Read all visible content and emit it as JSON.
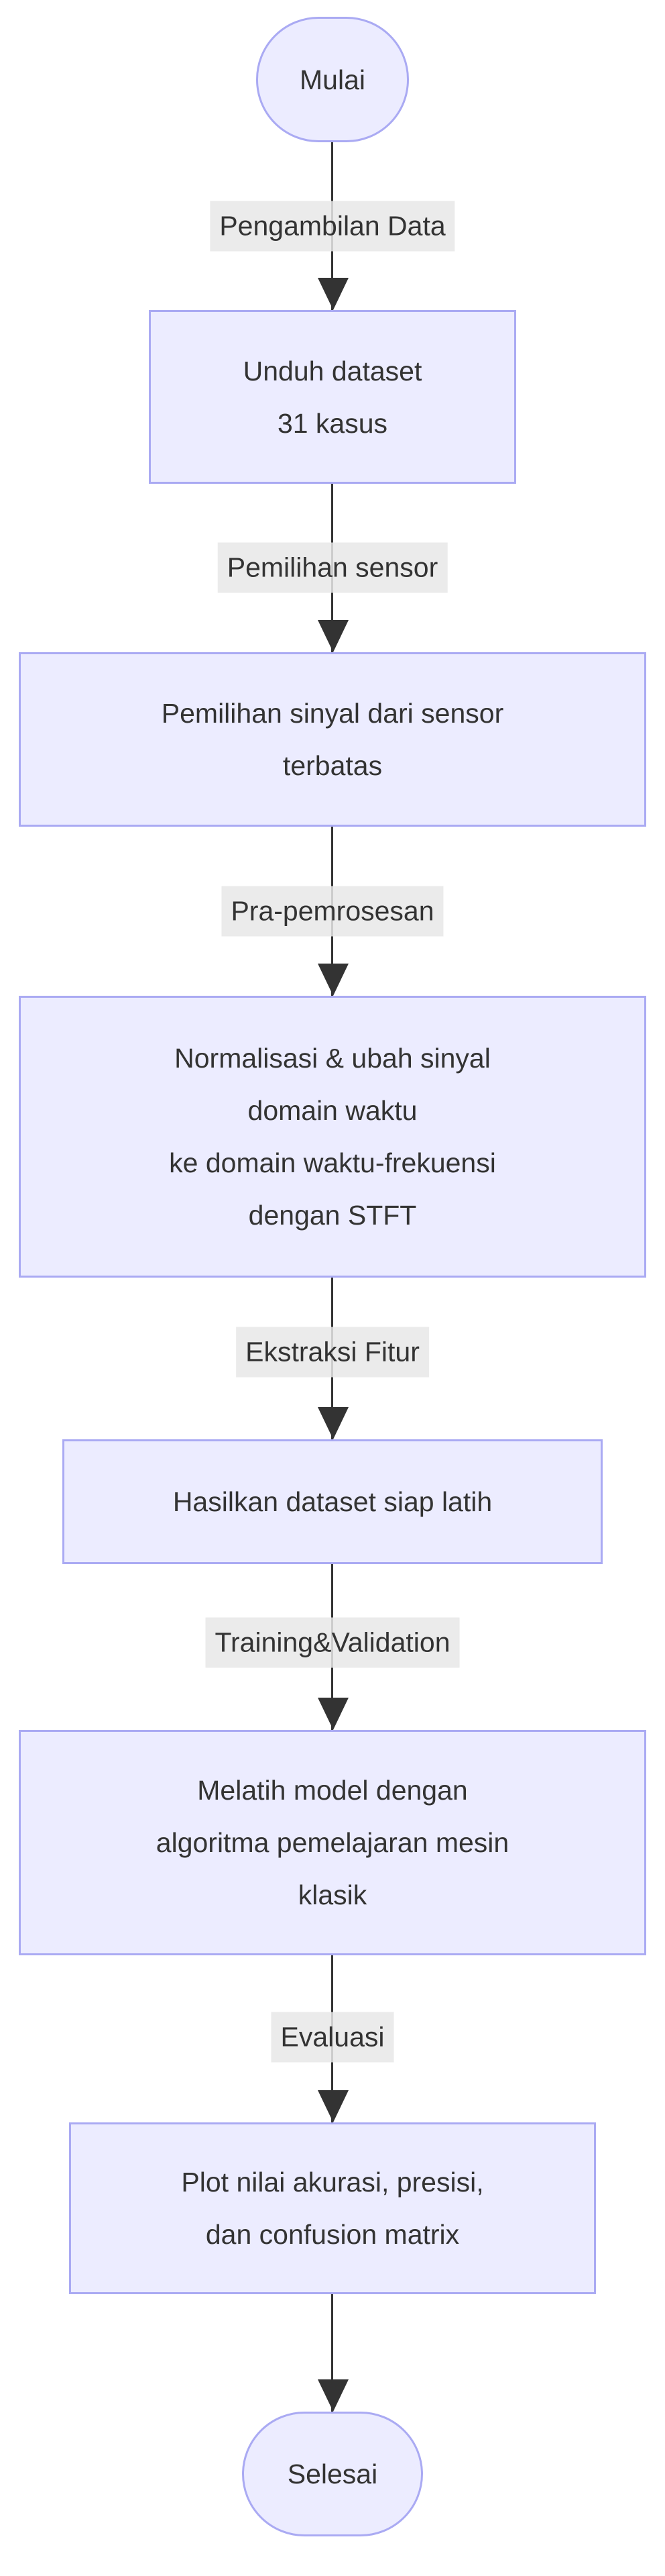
{
  "flowchart": {
    "direction": "top-down",
    "colors": {
      "background": "#FFFFFF",
      "node_fill": "#ECECFF",
      "node_border": "#AAAAF3",
      "edge_label_bg": "#E8E8E8",
      "line": "#333333",
      "text": "#333333"
    },
    "nodes": [
      {
        "id": "mulai",
        "shape": "stadium",
        "text": "Mulai"
      },
      {
        "id": "unduh-dataset",
        "shape": "rect",
        "text": "Unduh dataset\n31 kasus"
      },
      {
        "id": "pemilihan-sinyal",
        "shape": "rect",
        "text": "Pemilihan sinyal dari sensor\nterbatas"
      },
      {
        "id": "normalisasi",
        "shape": "rect",
        "text": "Normalisasi & ubah sinyal\ndomain waktu\nke domain waktu-frekuensi\ndengan STFT"
      },
      {
        "id": "hasilkan-dataset",
        "shape": "rect",
        "text": "Hasilkan dataset siap latih"
      },
      {
        "id": "melatih-model",
        "shape": "rect",
        "text": "Melatih model dengan\nalgoritma pemelajaran mesin\nklasik"
      },
      {
        "id": "plot-evaluasi",
        "shape": "rect",
        "text": "Plot nilai akurasi, presisi,\ndan confusion matrix"
      },
      {
        "id": "selesai",
        "shape": "stadium",
        "text": "Selesai"
      }
    ],
    "edge_labels": [
      "Pengambilan Data",
      "Pemilihan sensor",
      "Pra-pemrosesan",
      "Ekstraksi Fitur",
      "Training&Validation",
      "Evaluasi"
    ]
  }
}
